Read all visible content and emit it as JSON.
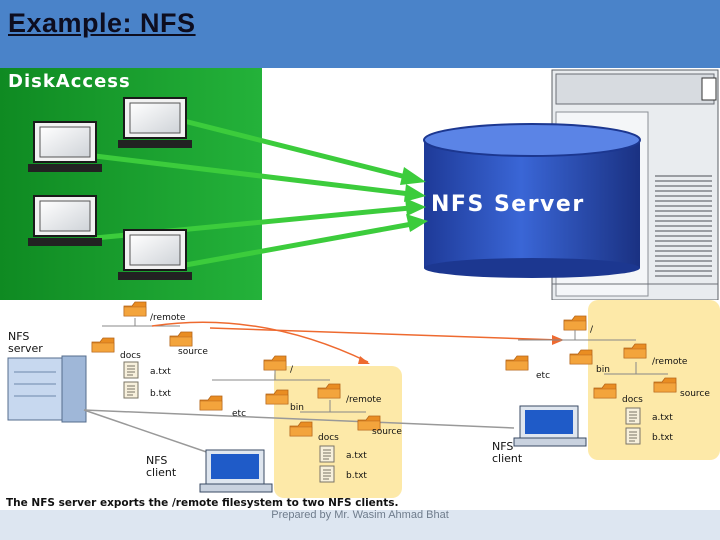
{
  "slide": {
    "title": "Example: NFS",
    "footer": "Prepared by Mr. Wasim Ahmad Bhat"
  },
  "disk_access": {
    "heading": "DiskAccess",
    "server_label": "NFS Server"
  },
  "nfs_diagram": {
    "server_label_line1": "NFS",
    "server_label_line2": "server",
    "server_tree": {
      "remote": "/remote",
      "docs": "docs",
      "source": "source",
      "a": "a.txt",
      "b": "b.txt"
    },
    "client1": {
      "label_line1": "NFS",
      "label_line2": "client",
      "root": "/",
      "etc": "etc",
      "bin": "bin",
      "remote": "/remote",
      "docs": "docs",
      "source": "source",
      "a": "a.txt",
      "b": "b.txt"
    },
    "client2": {
      "label_line1": "NFS",
      "label_line2": "client",
      "root": "/",
      "etc": "etc",
      "bin": "bin",
      "remote": "/remote",
      "docs": "docs",
      "source": "source",
      "a": "a.txt",
      "b": "b.txt"
    },
    "caption": "The NFS server exports the /remote filesystem to two NFS clients."
  },
  "colors": {
    "title_bar": "#4a83c9",
    "green_panel": "#1a9a2c",
    "arrow": "#3ccc3c",
    "cylinder": "#3358c4",
    "folder": "#e98d22",
    "highlight": "#fde9a8",
    "curve_arrow": "#ee6a30"
  }
}
